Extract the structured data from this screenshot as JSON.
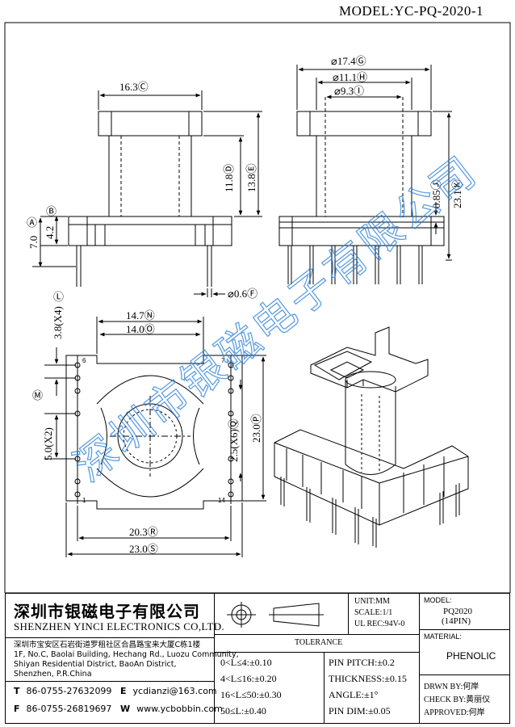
{
  "header": {
    "model": "MODEL:YC-PQ-2020-1"
  },
  "dimensions": {
    "c": "16.3Ⓒ",
    "d": "11.8Ⓓ",
    "e": "13.8Ⓔ",
    "b": "Ⓑ",
    "b_val": "4.2",
    "a": "Ⓐ",
    "a_val": "7.0",
    "f": "⌀0.6Ⓕ",
    "g": "⌀17.4Ⓖ",
    "h": "⌀11.1Ⓗ",
    "i": "⌀9.3Ⓘ",
    "j": "0.85Ⓙ",
    "k": "23.1Ⓚ",
    "l": "Ⓛ",
    "l_val": "3.8(X4)",
    "n": "14.7Ⓝ",
    "o": "14.0Ⓞ",
    "m": "Ⓜ",
    "m_val": "5.0(X2)",
    "q": "2.5(X6)Ⓠ",
    "p": "23.0Ⓟ",
    "r": "20.3Ⓡ",
    "s": "23.0Ⓢ",
    "pin1": "1",
    "pin6": "6",
    "pin7": "7",
    "pin14": "14"
  },
  "watermark": "深圳市银磁电子有限公司",
  "title_block": {
    "company_cn": "深圳市银磁电子有限公司",
    "company_en": "SHENZHEN YINCI ELECTRONICS CO,LTD.",
    "address_cn": "深圳市宝安区石岩街道罗租社区合昌路宝来大厦C栋1楼",
    "address_en_1": "1F, No.C, Baolai Building, Hechang Rd., Luozu Community,",
    "address_en_2": "Shiyan Residential District, BaoAn District,",
    "address_en_3": "Shenzhen, P.R.China",
    "tel_label": "T",
    "tel": "86-0755-27632099",
    "fax_label": "F",
    "fax": "86-0755-26819697",
    "email_label": "E",
    "email": "ycdianzi@163.com",
    "web_label": "W",
    "web": "www.ycbobbin.com",
    "unit": "UNIT:MM",
    "scale": "SCALE:1/1",
    "ul": "UL REC:94V-0",
    "model_label": "MODEL:",
    "model_value": "PQ2020",
    "model_pins": "(14PIN)",
    "material_label": "MATERIAL:",
    "material_value": "PHENOLIC",
    "tolerance_title": "TOLERANCE",
    "tol_1": "0<L≤4:±0.10",
    "tol_2": "4<L≤16:±0.20",
    "tol_3": "16<L≤50:±0.30",
    "tol_4": "50≤L:±0.40",
    "tol_5": "PIN PITCH:±0.2",
    "tol_6": "THICKNESS:±0.15",
    "tol_7": "ANGLE:±1°",
    "tol_8": "PIN DIM:±0.05",
    "drawn": "DRWN BY:何岸",
    "check": "CHECK BY:黄丽仪",
    "approved": "APPROVED:何岸"
  }
}
